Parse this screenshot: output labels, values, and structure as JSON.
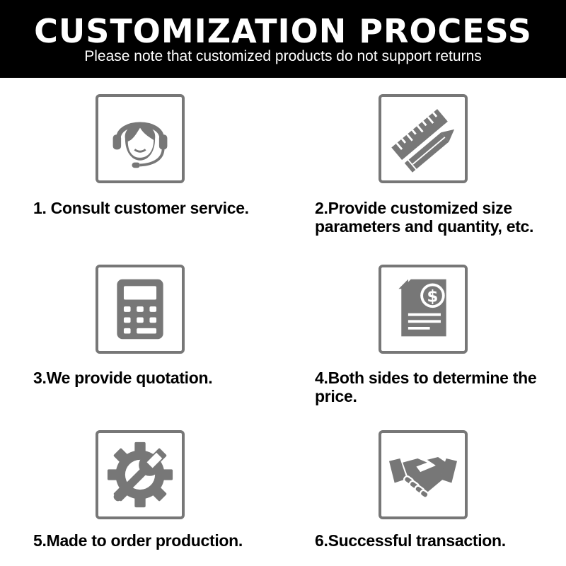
{
  "header": {
    "title": "CUSTOMIZATION PROCESS",
    "subtitle": "Please note that customized products do not support returns"
  },
  "steps": [
    {
      "label": "1. Consult customer service.",
      "icon": "customer-service-headset-icon"
    },
    {
      "label": "2.Provide customized size parameters and quantity, etc.",
      "icon": "ruler-pencil-icon"
    },
    {
      "label": "3.We provide quotation.",
      "icon": "calculator-icon"
    },
    {
      "label": "4.Both sides to determine the price.",
      "icon": "invoice-dollar-icon"
    },
    {
      "label": "5.Made to order production.",
      "icon": "gear-wrench-icon"
    },
    {
      "label": "6.Successful transaction.",
      "icon": "handshake-icon"
    }
  ],
  "colors": {
    "header_bg": "#000000",
    "icon_gray": "#777777",
    "text": "#000000"
  }
}
